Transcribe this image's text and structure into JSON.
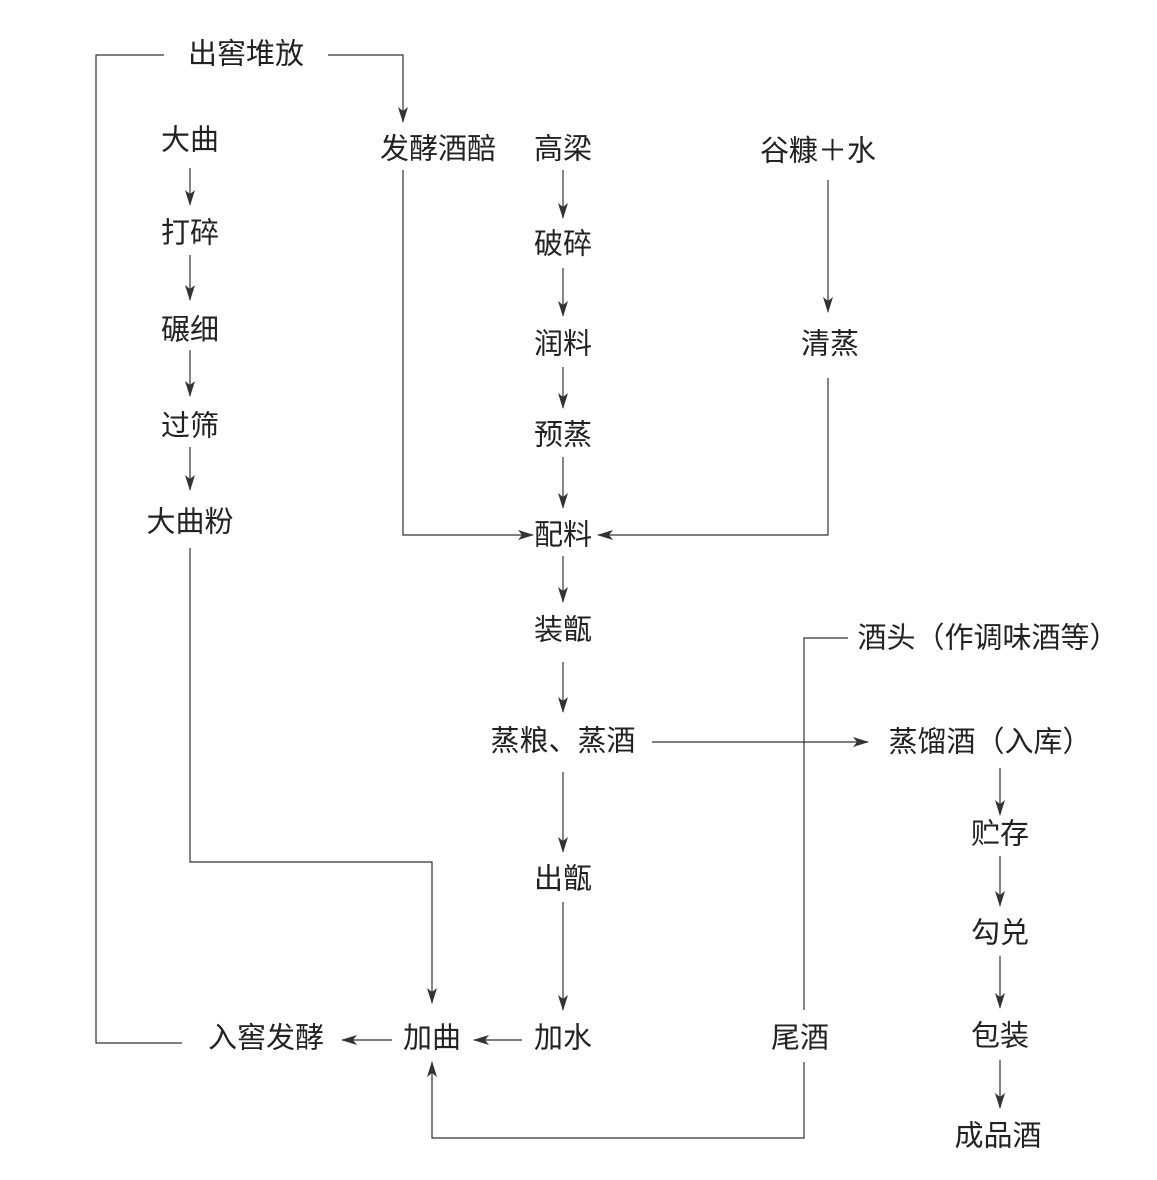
{
  "nodes": {
    "chujiao_duifang": "出窖堆放",
    "daqu": "大曲",
    "dasui": "打碎",
    "niansi": "碾细",
    "guoshai": "过筛",
    "daqufen": "大曲粉",
    "fajiao_jiupei": "发酵酒醅",
    "gaoliang": "高梁",
    "posui": "破碎",
    "runliao": "润料",
    "yuzheng": "预蒸",
    "peiliao": "配料",
    "zhuangzeng": "装甑",
    "zhengliang_zhengjiu": "蒸粮、蒸酒",
    "chuzeng": "出甑",
    "jiashui": "加水",
    "jiaqu": "加曲",
    "rujiao_fajiao": "入窖发酵",
    "gukang_shui": "谷糠＋水",
    "qingzheng": "清蒸",
    "jiutou": "酒头（作调味酒等）",
    "zhengliujiu": "蒸馏酒（入库）",
    "weijiu": "尾酒",
    "zhucun": "贮存",
    "goudui": "勾兑",
    "baozhuang": "包装",
    "chengpinjiu": "成品酒"
  },
  "style": {
    "line_color": "#333333",
    "text_color": "#222222"
  }
}
